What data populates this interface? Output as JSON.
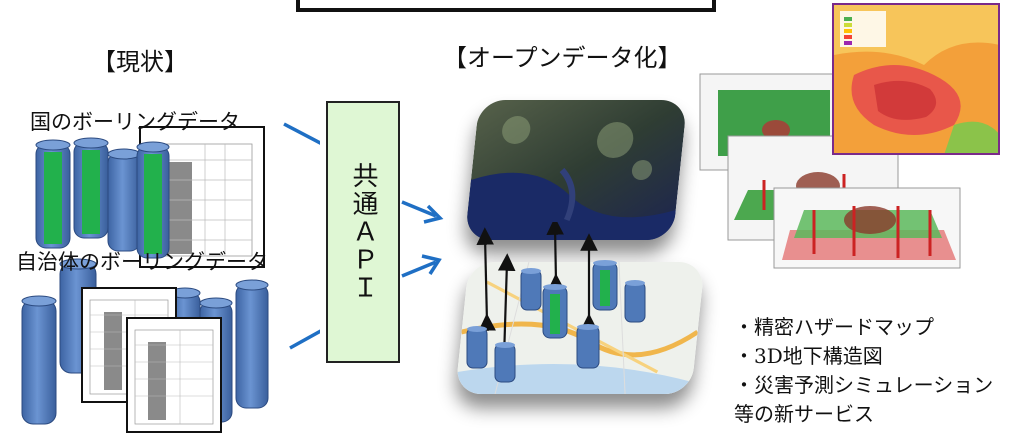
{
  "current_title": "【現状】",
  "opendata_title": "【オープンデータ化】",
  "national_label": "国のボーリングデータ",
  "municipal_label": "自治体のボーリングデータ",
  "api_label": "共通ＡＰＩ",
  "services": [
    "・精密ハザードマップ",
    "・3D地下構造図",
    "・災害予測シミュレーション",
    "等の新サービス"
  ],
  "colors": {
    "cylinder_blue": "#4f79b8",
    "cylinder_core": "#22b14c",
    "arrow_blue": "#1f6fc4",
    "api_fill": "#dff7d4",
    "heatmap_border": "#7a2a8a"
  }
}
